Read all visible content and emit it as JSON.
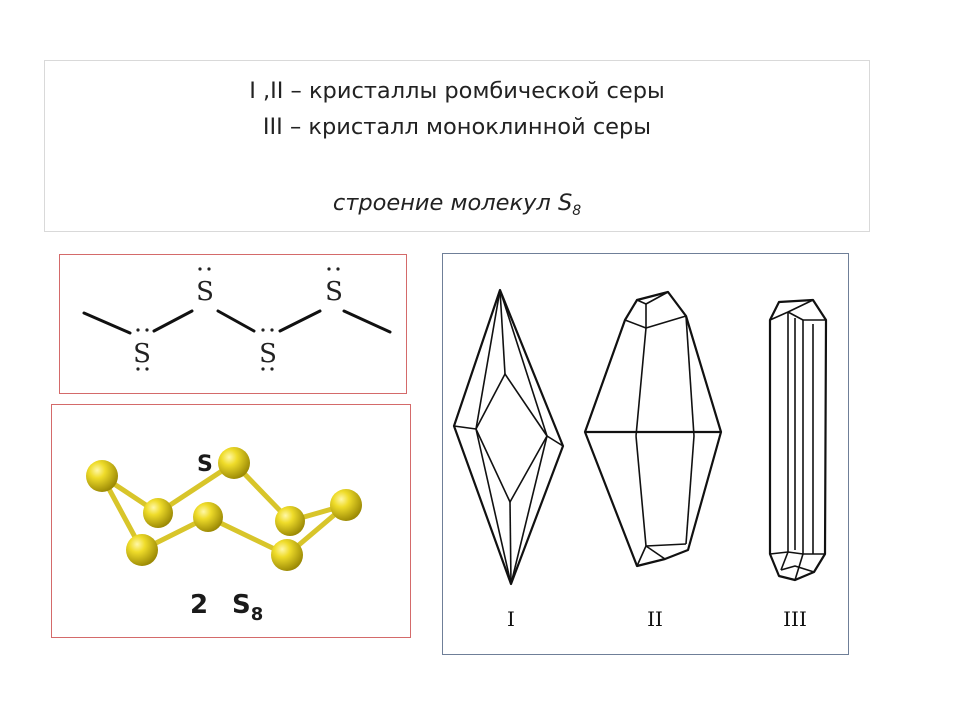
{
  "caption": {
    "line1": "I ,II – кристаллы ромбической серы",
    "line2": "III – кристалл моноклинной серы",
    "line3_text": "строение молекул S",
    "line3_sub": "8"
  },
  "chain_diagram": {
    "atom_symbol": "S"
  },
  "ball_model": {
    "atom_label": "S",
    "number_label": "2",
    "formula_main": "S",
    "formula_sub": "8",
    "atom_color": "#e8d21c",
    "bond_color": "#d6c228"
  },
  "crystals": {
    "labels": [
      "I",
      "II",
      "III"
    ]
  }
}
